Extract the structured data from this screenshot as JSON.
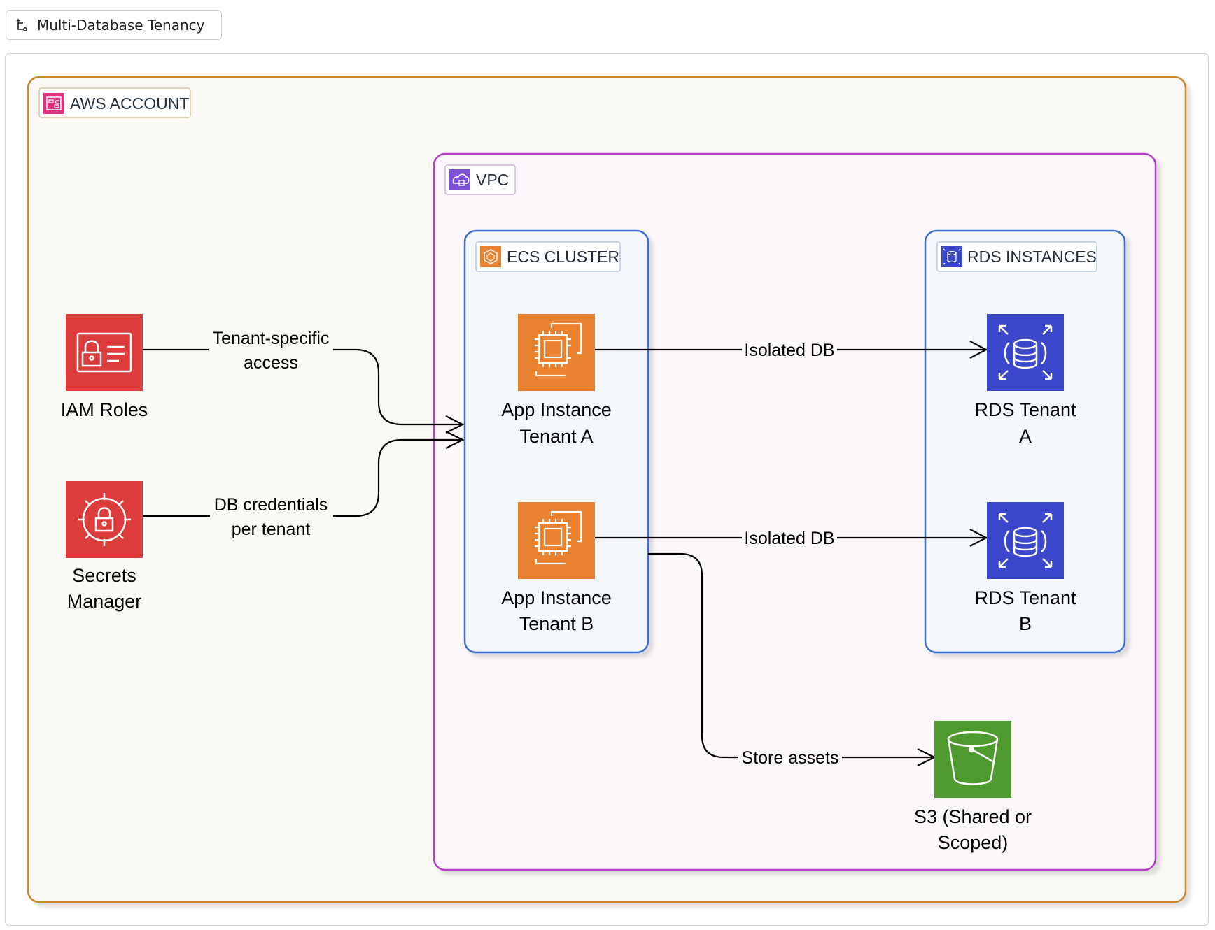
{
  "tab": {
    "label": "Multi-Database Tenancy",
    "icon": "diagram-icon"
  },
  "groups": {
    "aws_account": {
      "label": "AWS ACCOUNT",
      "color": "#c9872f",
      "icon": "aws-account-icon"
    },
    "vpc": {
      "label": "VPC",
      "color": "#b43fc6",
      "icon": "vpc-icon"
    },
    "ecs_cluster": {
      "label": "ECS CLUSTER",
      "color": "#3f6fd1",
      "icon": "ecs-cluster-icon"
    },
    "rds_instances": {
      "label": "RDS INSTANCES",
      "color": "#3f6fd1",
      "icon": "rds-instances-icon"
    }
  },
  "nodes": {
    "iam_roles": {
      "line1": "IAM Roles",
      "color": "#dd3c3c",
      "icon": "iam-roles-icon"
    },
    "secrets_manager": {
      "line1": "Secrets",
      "line2": "Manager",
      "color": "#dd3c3c",
      "icon": "secrets-manager-icon"
    },
    "app_a": {
      "line1": "App Instance",
      "line2": "Tenant A",
      "color": "#e9812f",
      "icon": "ec2-instance-icon"
    },
    "app_b": {
      "line1": "App Instance",
      "line2": "Tenant B",
      "color": "#e9812f",
      "icon": "ec2-instance-icon"
    },
    "rds_a": {
      "line1": "RDS Tenant",
      "line2": "A",
      "color": "#3b48cc",
      "icon": "rds-database-icon"
    },
    "rds_b": {
      "line1": "RDS Tenant",
      "line2": "B",
      "color": "#3b48cc",
      "icon": "rds-database-icon"
    },
    "s3": {
      "line1": "S3 (Shared or",
      "line2": "Scoped)",
      "color": "#4f9a2e",
      "icon": "s3-bucket-icon"
    }
  },
  "edges": {
    "iam_to_ecs": {
      "line1": "Tenant-specific",
      "line2": "access"
    },
    "secrets_to_ecs": {
      "line1": "DB credentials",
      "line2": "per tenant"
    },
    "app_a_to_rds_a": {
      "line1": "Isolated DB"
    },
    "app_b_to_rds_b": {
      "line1": "Isolated DB"
    },
    "app_b_to_s3": {
      "line1": "Store assets"
    }
  }
}
